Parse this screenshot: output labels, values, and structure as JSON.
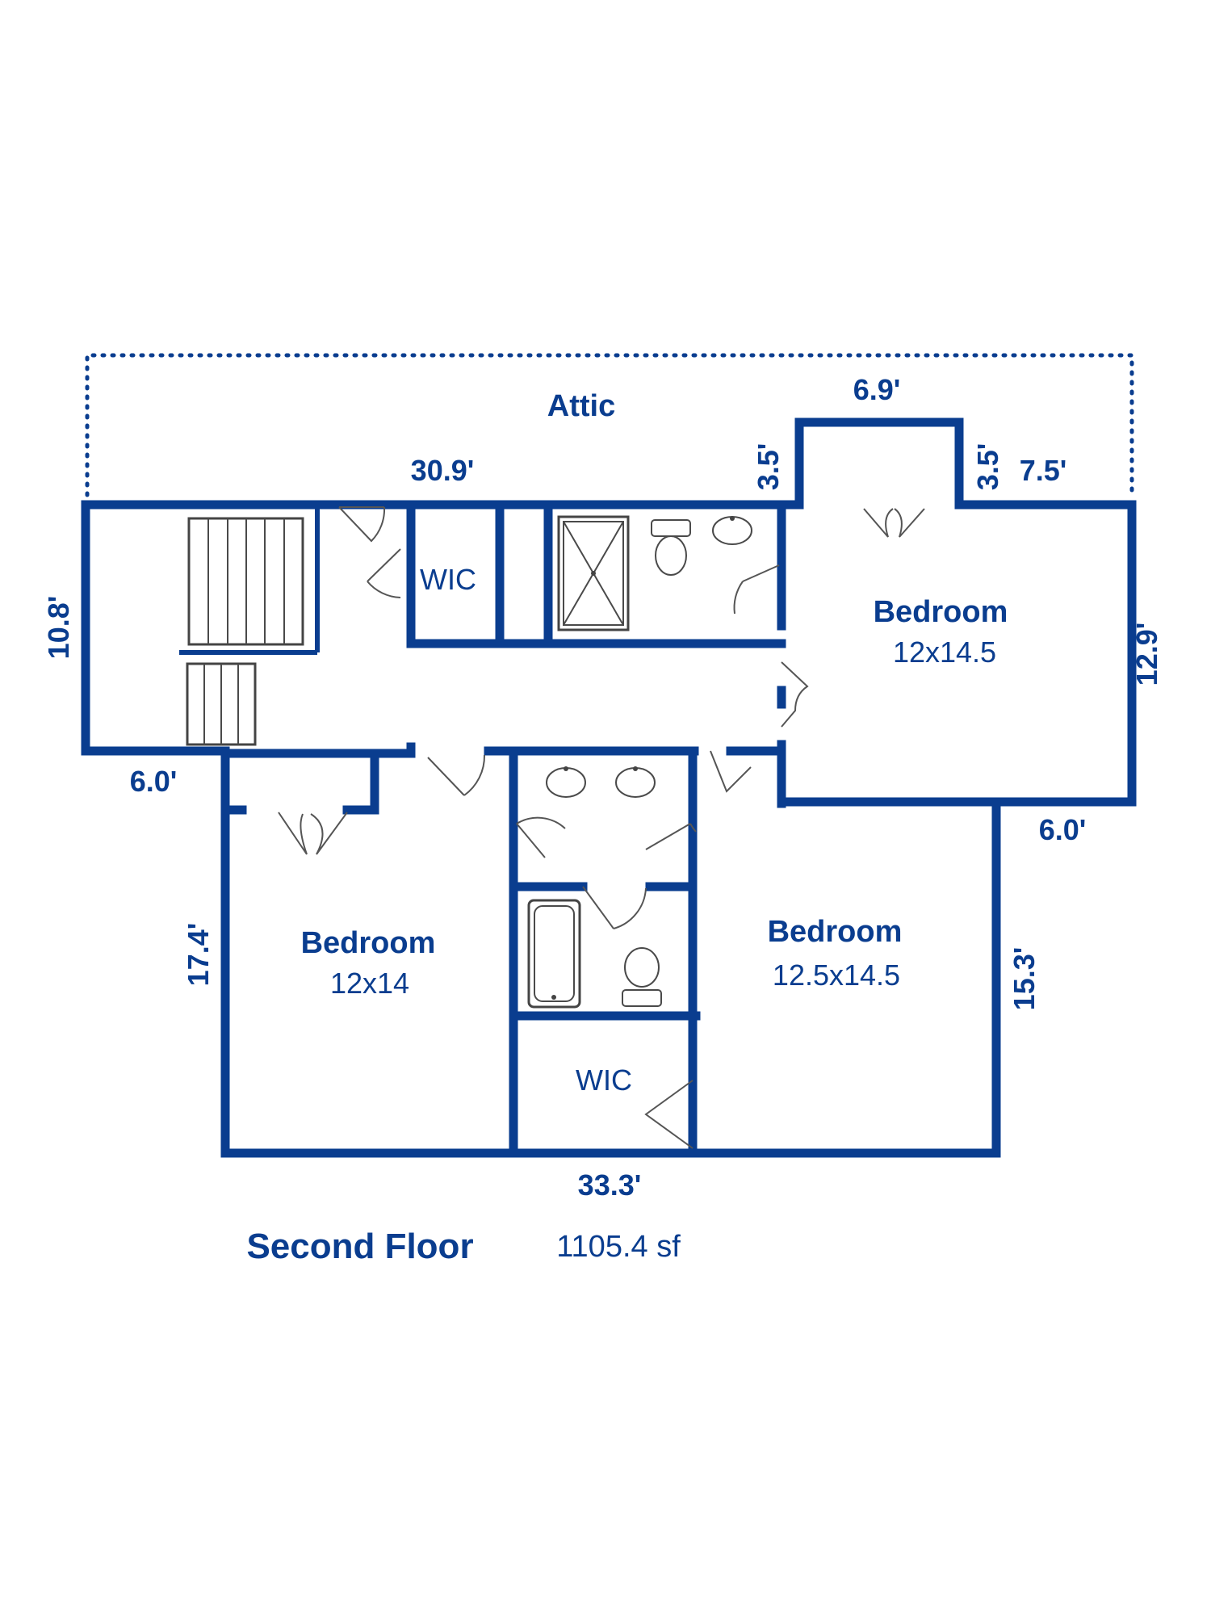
{
  "attic": {
    "label": "Attic"
  },
  "rooms": [
    {
      "name": "WIC",
      "dims": ""
    },
    {
      "name": "Bedroom",
      "dims": "12x14.5"
    },
    {
      "name": "Bedroom",
      "dims": "12x14"
    },
    {
      "name": "Bedroom",
      "dims": "12.5x14.5"
    },
    {
      "name": "WIC",
      "dims": ""
    }
  ],
  "dimensions": {
    "top_left": "30.9'",
    "bump_width": "6.9'",
    "bump_left": "3.5'",
    "bump_right": "3.5'",
    "top_right": "7.5'",
    "left_height": "10.8'",
    "right_height": "12.9'",
    "step_left": "6.0'",
    "step_right": "6.0'",
    "lower_left_height": "17.4'",
    "lower_right_height": "15.3'",
    "bottom_width": "33.3'"
  },
  "footer": {
    "floor": "Second Floor",
    "area": "1105.4 sf"
  },
  "colors": {
    "walls": "#0a3d8f",
    "labels": "#0a3d8f",
    "fixtures": "#4a4a4a"
  }
}
